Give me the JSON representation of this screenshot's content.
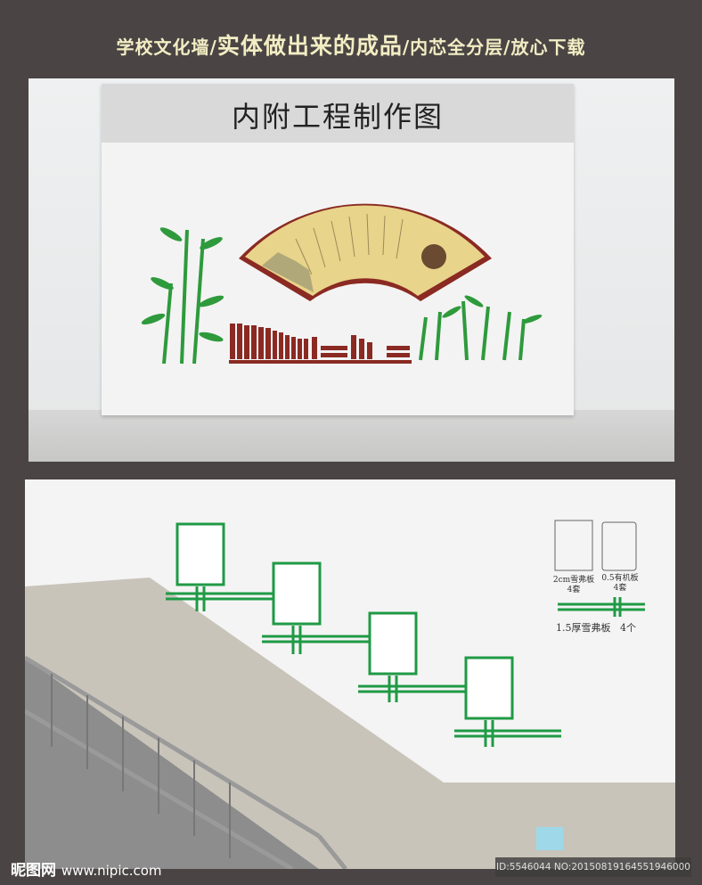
{
  "headline": {
    "part1": "学校文化墙/",
    "part2": "实体做出来的成品",
    "part3": "/内芯全分层/放心下载"
  },
  "panel1": {
    "title": "内附工程制作图"
  },
  "panel2": {
    "board1_label": "2cm雪弗板",
    "board1_qty": "4套",
    "board2_label": "0.5有机板",
    "board2_qty": "4套",
    "bar_label": "1.5厚雪弗板",
    "bar_qty": "4个"
  },
  "watermark": {
    "logo": "昵图网",
    "url": "www.nipic.com"
  },
  "image_id": "ID:5546044 NO:20150819164551946000",
  "colors": {
    "background": "#4a4544",
    "frame_green": "#1f9a45",
    "book_red": "#8a2a22",
    "fan_gold": "#e8d48a",
    "headline": "#f3edc4"
  }
}
